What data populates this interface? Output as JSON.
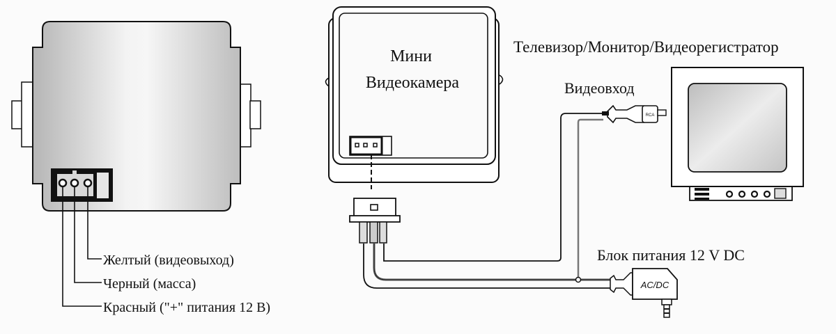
{
  "camera_back": {
    "wires": [
      {
        "label": "Желтый (видеовыход)"
      },
      {
        "label": "Черный (масса)"
      },
      {
        "label": "Красный (\"+\" питания 12 В)"
      }
    ]
  },
  "mini_camera": {
    "title_line1": "Мини",
    "title_line2": "Видеокамера"
  },
  "monitor": {
    "title": "Телевизор/Монитор/Видеорегистратор",
    "input_label": "Видеовход",
    "plug_label": "RCA"
  },
  "power_supply": {
    "title": "Блок питания 12 V DC",
    "adapter_label": "AC/DC"
  },
  "colors": {
    "line": "#111111",
    "body_light": "#f4f4f4",
    "body_dark": "#b9b9b9",
    "background": "#fbfbfb"
  }
}
